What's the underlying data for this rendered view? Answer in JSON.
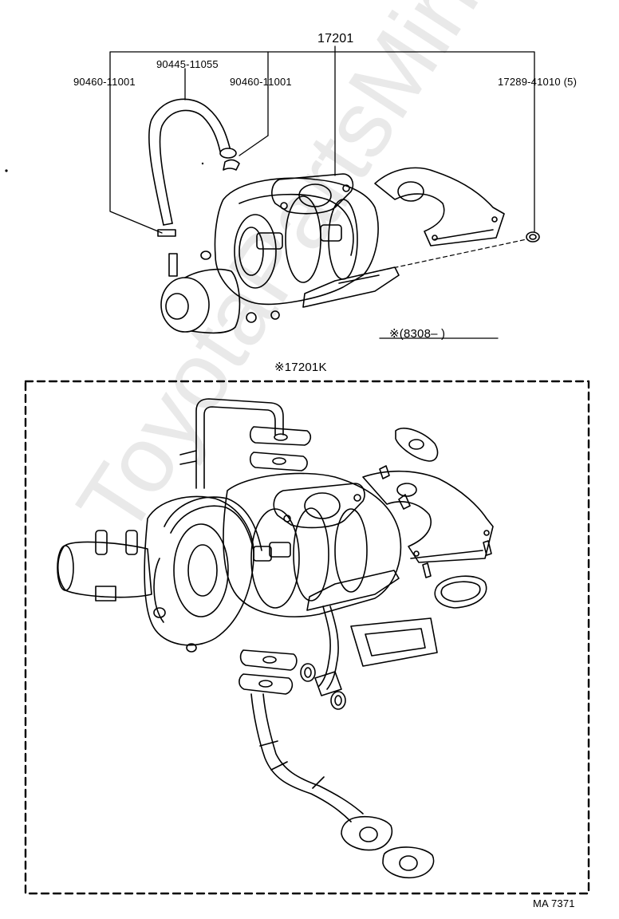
{
  "labels": {
    "assembly": "17201",
    "hose_clamp_left": "90460-11001",
    "hose": "90445-11055",
    "hose_clamp_right": "90460-11001",
    "gasket": "17289-41010 (5)",
    "production_note": "※(8308–     )",
    "kit": "※17201K",
    "diagram_code": "MA 7371"
  },
  "watermark": "ToyotaPartsMirror.ru"
}
